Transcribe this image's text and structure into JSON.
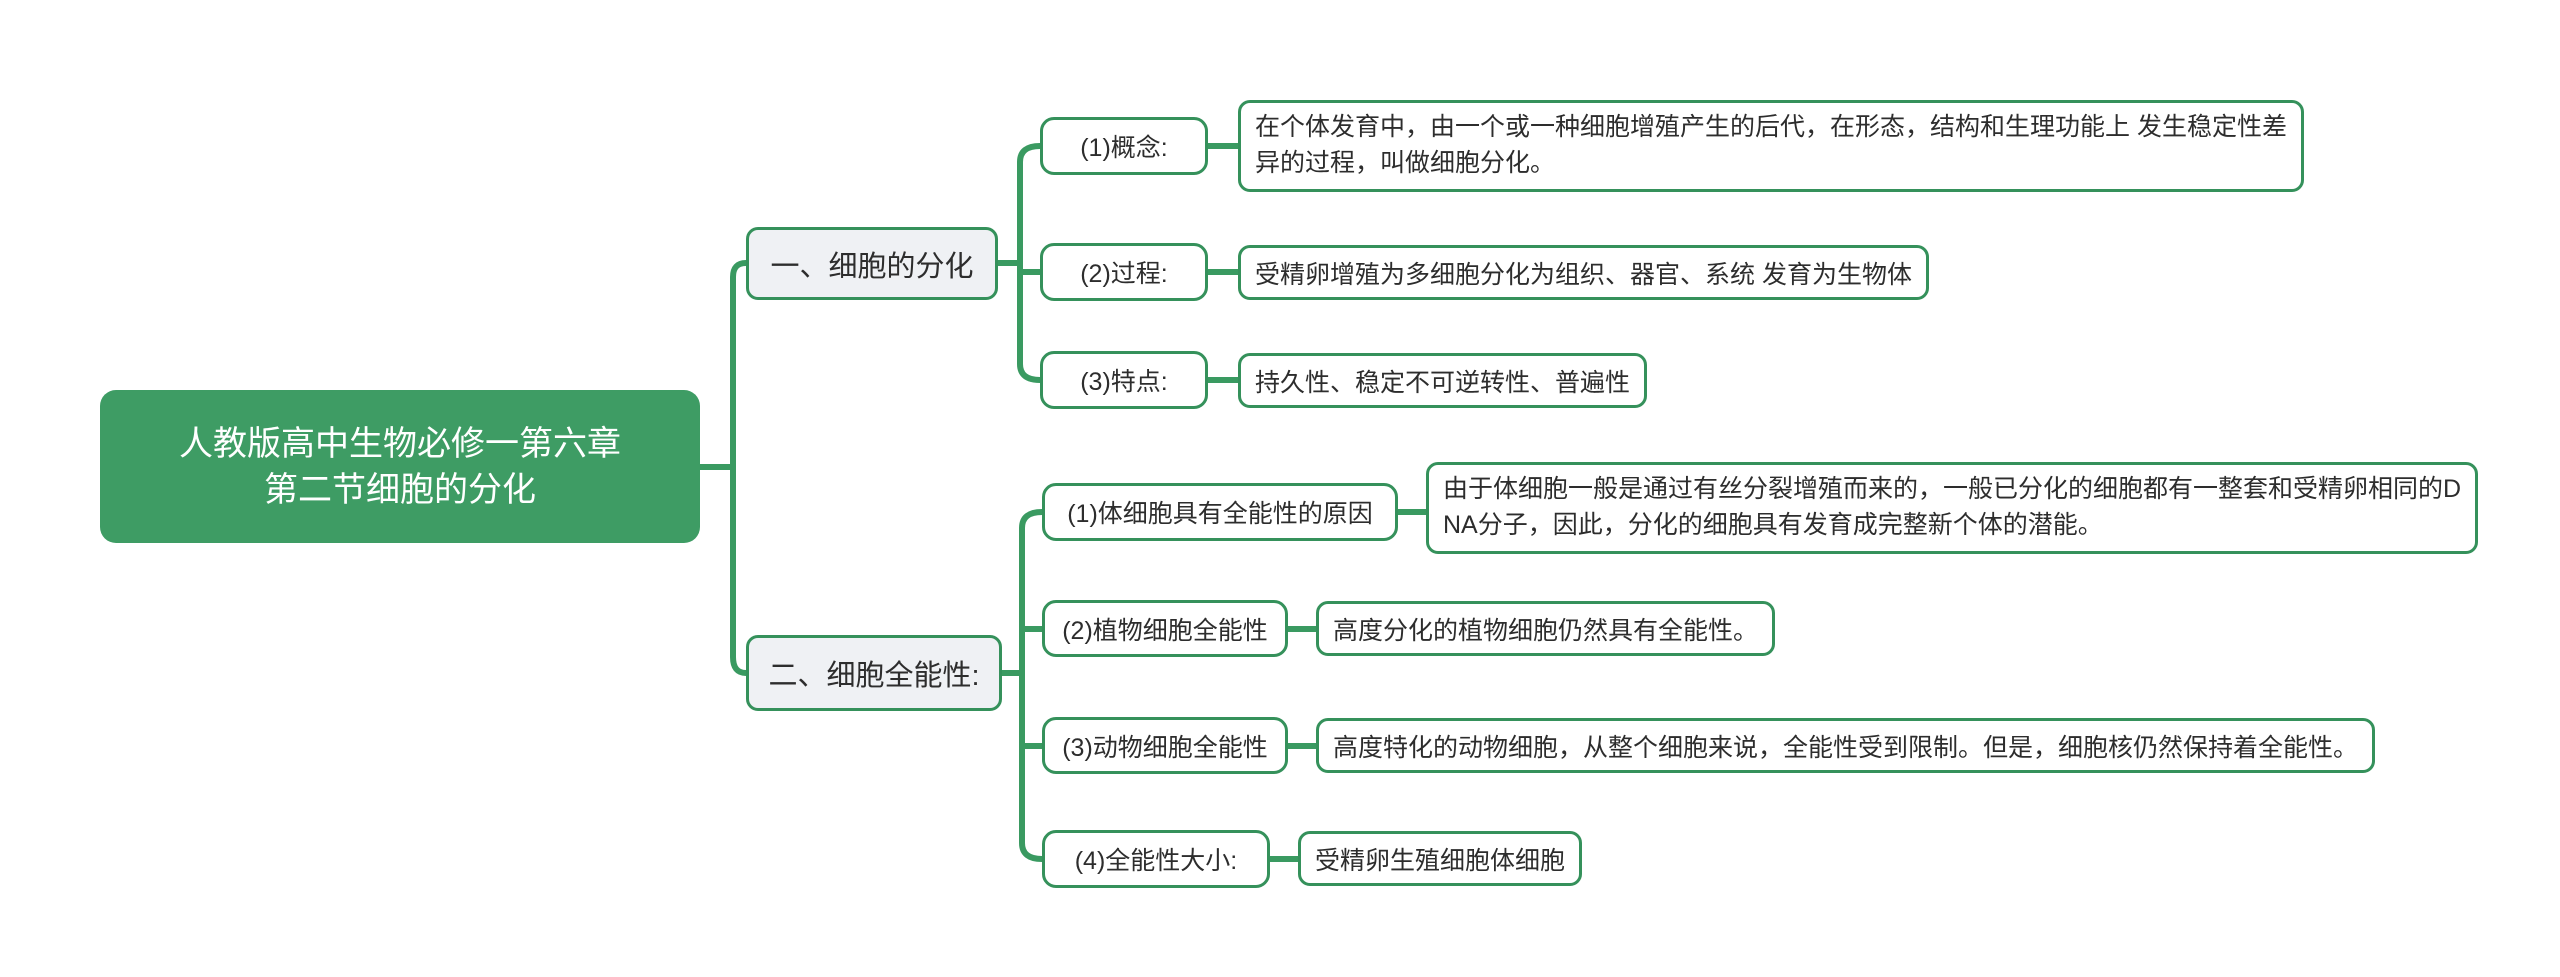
{
  "root": {
    "title": "人教版高中生物必修一第六章\n第二节细胞的分化"
  },
  "branches": [
    {
      "label": "一、细胞的分化",
      "children": [
        {
          "label": "(1)概念:",
          "value": "在个体发育中，由一个或一种细胞增殖产生的后代，在形态，结构和生理功能上 发生稳定性差\n异的过程，叫做细胞分化。"
        },
        {
          "label": "(2)过程:",
          "value": "受精卵增殖为多细胞分化为组织、器官、系统 发育为生物体"
        },
        {
          "label": "(3)特点:",
          "value": "持久性、稳定不可逆转性、普遍性"
        }
      ]
    },
    {
      "label": "二、细胞全能性:",
      "children": [
        {
          "label": "(1)体细胞具有全能性的原因",
          "value": "由于体细胞一般是通过有丝分裂增殖而来的，一般已分化的细胞都有一整套和受精卵相同的D\nNA分子，因此，分化的细胞具有发育成完整新个体的潜能。"
        },
        {
          "label": "(2)植物细胞全能性",
          "value": "高度分化的植物细胞仍然具有全能性。"
        },
        {
          "label": "(3)动物细胞全能性",
          "value": "高度特化的动物细胞，从整个细胞来说，全能性受到限制。但是，细胞核仍然保持着全能性。"
        },
        {
          "label": "(4)全能性大小:",
          "value": "受精卵生殖细胞体细胞"
        }
      ]
    }
  ],
  "colors": {
    "accent_green": "#3e9c64",
    "border_green": "#35915b",
    "branch_fill": "#eff1f4",
    "text_dark": "#2d2d2d",
    "background": "#ffffff"
  }
}
